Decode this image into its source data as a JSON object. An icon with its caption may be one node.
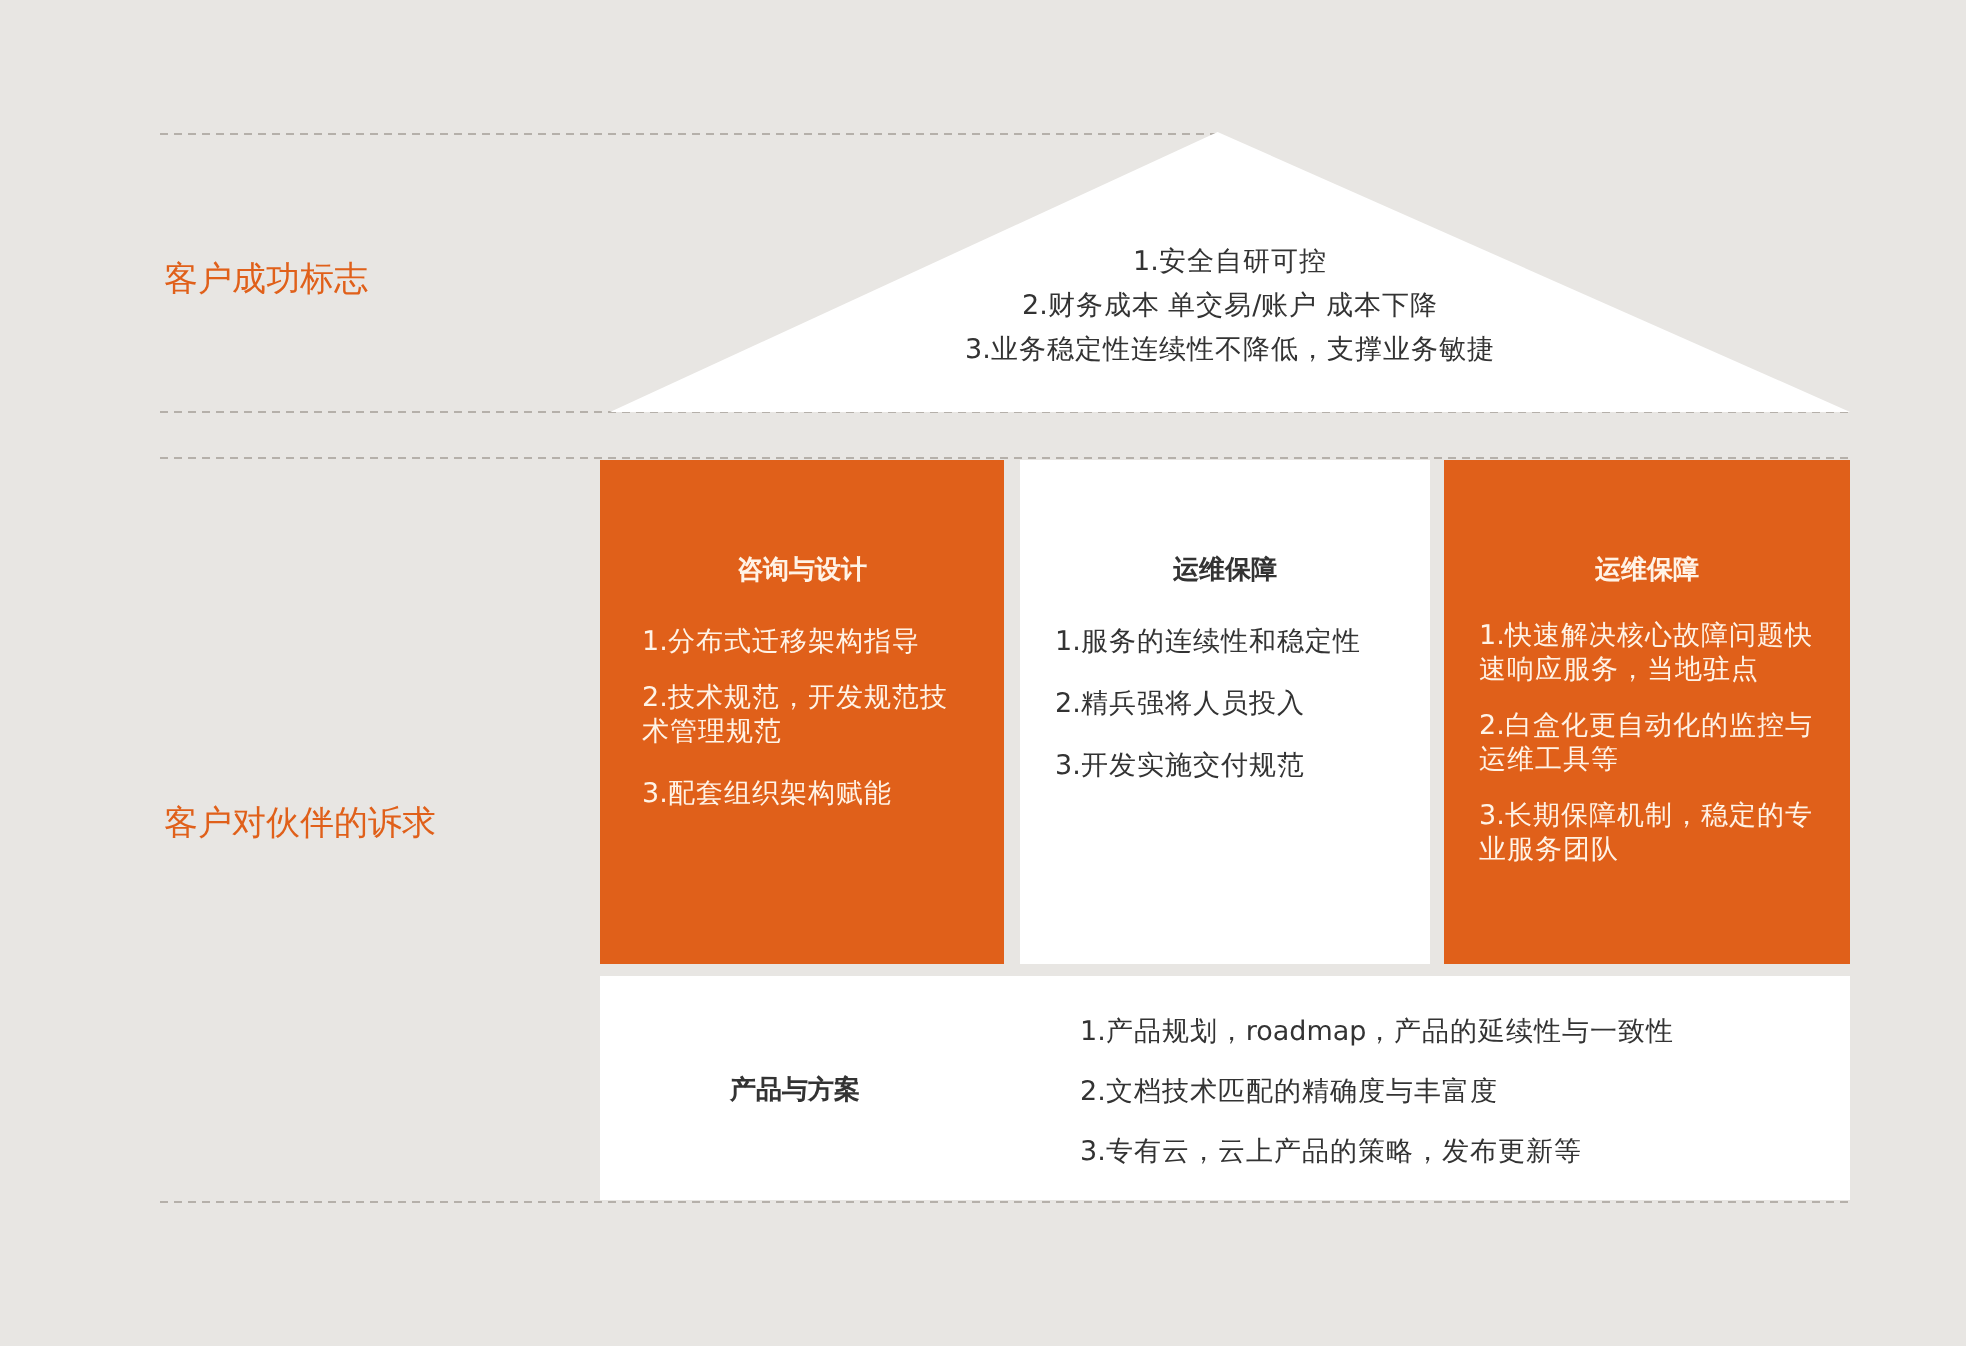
{
  "diagram": {
    "nodes": [
      {
        "text": [
          "1.安全自研可控",
          "2.财务成本 单交易/账户 成本下降",
          "3.业务稳定性连续性不降低，支撑业务敏捷"
        ]
      },
      {
        "text": [
          "咨询与设计",
          "1.分布式迁移架构指导",
          "2.技术规范，开发规范技术管理规范",
          "3.配套组织架构赋能"
        ]
      },
      {
        "text": [
          "运维保障",
          "1.服务的连续性和稳定性",
          "2.精兵强将人员投入",
          "3.开发实施交付规范"
        ]
      },
      {
        "text": [
          "运维保障",
          "1.快速解决核心故障问题快速响应服务，当地驻点",
          "2.白盒化更自动化的监控与运维工具等",
          "3.长期保障机制，稳定的专业服务团队"
        ]
      },
      {
        "text": [
          "产品与方案",
          "1.产品规划，roadmap，产品的延续性与一致性",
          "2.文档技术匹配的精确度与丰富度",
          "3.专有云，云上产品的策略，发布更新等"
        ]
      }
    ],
    "edges": [],
    "labels": [
      "客户成功标志",
      "客户对伙伴的诉求"
    ]
  }
}
